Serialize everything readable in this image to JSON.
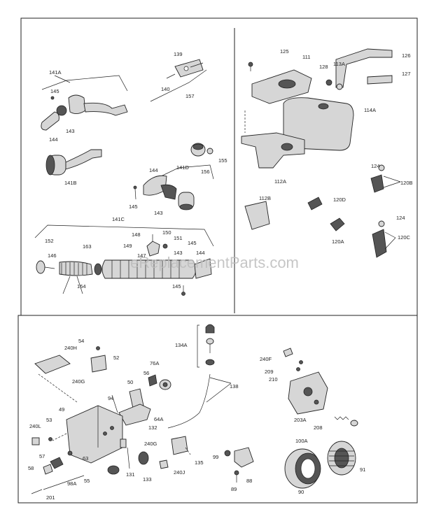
{
  "watermark": "eReplacementParts.com",
  "labels": {
    "p139": "139",
    "p141A": "141A",
    "p140": "140",
    "p157": "157",
    "p145a": "145",
    "p143a": "143",
    "p144a": "144",
    "p141B": "141B",
    "p156": "156",
    "p155": "155",
    "p144b": "144",
    "p141D": "141D",
    "p145b": "145",
    "p143b": "143",
    "p141C": "141C",
    "p148": "148",
    "p150": "150",
    "p151": "151",
    "p152": "152",
    "p163": "163",
    "p149": "149",
    "p145c": "145",
    "p146": "146",
    "p147": "147",
    "p143c": "143",
    "p144c": "144",
    "p164": "164",
    "p145d": "145",
    "p125": "125",
    "p111": "111",
    "p128": "128",
    "p113A": "113A",
    "p126": "126",
    "p127": "127",
    "p114A": "114A",
    "p112A": "112A",
    "p124a": "124",
    "p120B": "120B",
    "p112B": "112B",
    "p120D": "120D",
    "p120A": "120A",
    "p124b": "124",
    "p120C": "120C",
    "p134A": "134A",
    "p138": "138",
    "p54": "54",
    "p240H": "240H",
    "p52": "52",
    "p76A": "76A",
    "p56": "56",
    "p240G": "240G",
    "p50": "50",
    "p94": "94",
    "p49": "49",
    "p64A": "64A",
    "p132": "132",
    "p53": "53",
    "p240L": "240L",
    "p240Gb": "240G",
    "p57": "57",
    "p63": "63",
    "p58": "58",
    "p135": "135",
    "p240J": "240J",
    "p55": "55",
    "p131": "131",
    "p133": "133",
    "p98A": "98A",
    "p201": "201",
    "p99": "99",
    "p88": "88",
    "p89": "89",
    "p240F": "240F",
    "p209": "209",
    "p210": "210",
    "p203A": "203A",
    "p208": "208",
    "p100A": "100A",
    "p91": "91",
    "p90": "90"
  }
}
